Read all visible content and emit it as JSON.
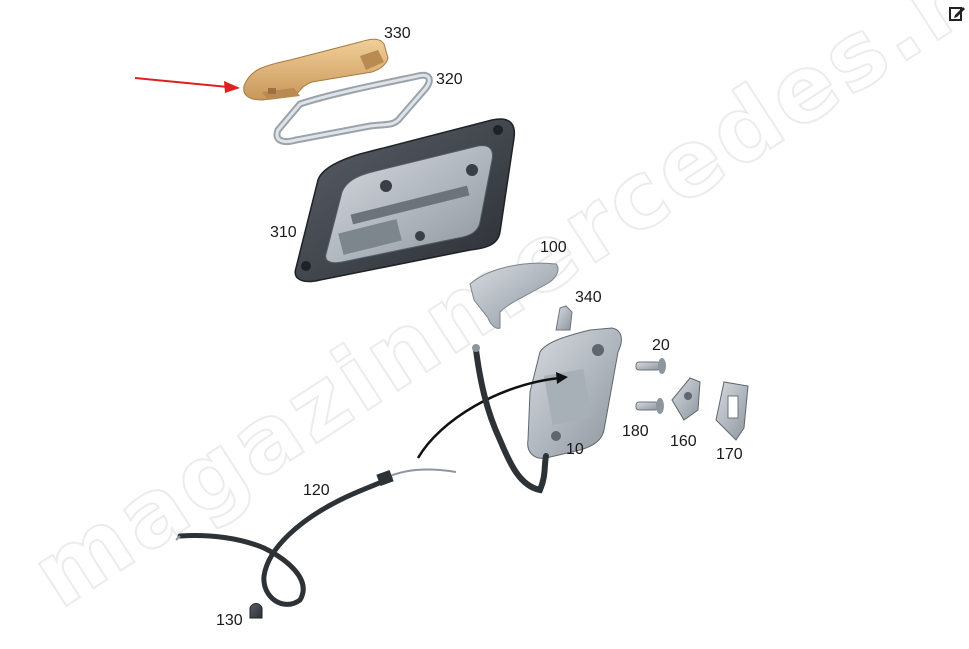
{
  "watermark": "magazinmercedes.ru",
  "toolbar": {
    "edit_icon": "edit-icon"
  },
  "highlight_color": "#e0b77a",
  "arrow_color": "#e02020",
  "parts": [
    {
      "id": "330",
      "label": "330"
    },
    {
      "id": "320",
      "label": "320"
    },
    {
      "id": "310",
      "label": "310"
    },
    {
      "id": "100",
      "label": "100"
    },
    {
      "id": "340",
      "label": "340"
    },
    {
      "id": "20",
      "label": "20"
    },
    {
      "id": "180",
      "label": "180"
    },
    {
      "id": "160",
      "label": "160"
    },
    {
      "id": "170",
      "label": "170"
    },
    {
      "id": "10",
      "label": "10"
    },
    {
      "id": "120",
      "label": "120"
    },
    {
      "id": "130",
      "label": "130"
    }
  ],
  "selected_part": "330"
}
